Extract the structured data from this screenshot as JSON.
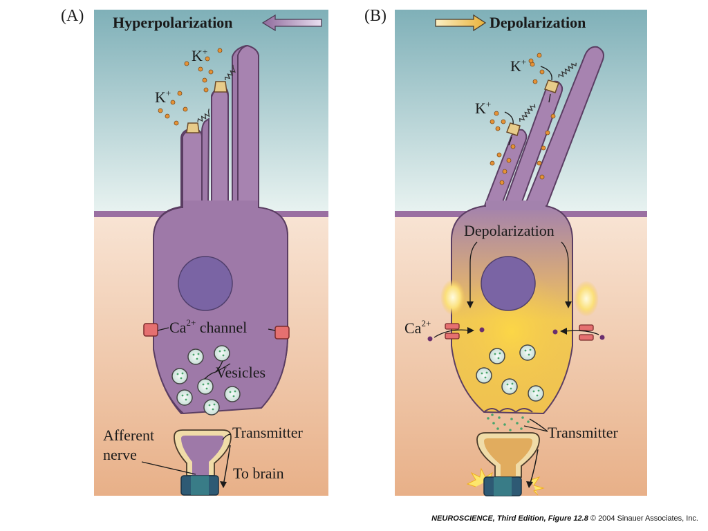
{
  "panel_a": {
    "letter": "(A)",
    "header": "Hyperpolarization",
    "k_label": "K",
    "k_sup": "+",
    "ca_label": "Ca",
    "ca_sup": "2+",
    "ca_suffix": " channel",
    "vesicles_label": "Vesicles",
    "afferent_label_1": "Afferent",
    "afferent_label_2": "nerve",
    "transmitter_label": "Transmitter",
    "to_brain_label": "To brain"
  },
  "panel_b": {
    "letter": "(B)",
    "header": "Depolarization",
    "k_label": "K",
    "k_sup": "+",
    "depol_label": "Depolarization",
    "ca_label": "Ca",
    "ca_sup": "2+",
    "transmitter_label": "Transmitter"
  },
  "credit": {
    "title": "NEUROSCIENCE, Third Edition, Figure 12.8",
    "copyright": "© 2004 Sinauer Associates, Inc."
  },
  "colors": {
    "fluid_top": "#7fb0b8",
    "fluid_bottom": "#eef5f3",
    "tissue_top": "#f7e2d2",
    "tissue_bottom": "#eab48c",
    "membrane": "#9a6fa1",
    "cell_purple": "#9e79a8",
    "nucleus": "#7a64a4",
    "cell_yellow": "#f2cb57",
    "k_ion": "#e59236",
    "ca_ion": "#6a2f6e",
    "transmitter": "#4aa56c"
  }
}
